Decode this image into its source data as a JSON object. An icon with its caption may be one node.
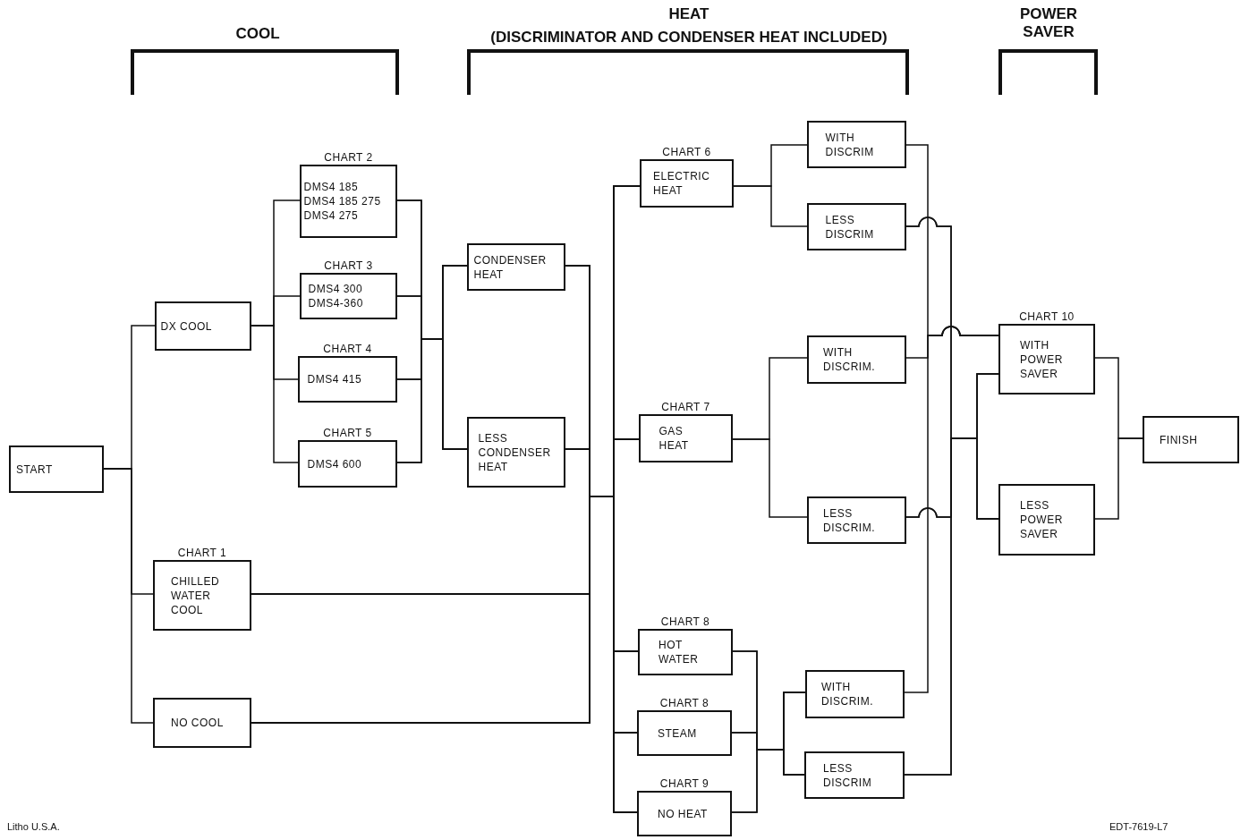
{
  "diagram": {
    "nodes": [
      {
        "text": [
          "START"
        ]
      },
      {
        "text": [
          "DX COOL"
        ]
      },
      {
        "text": [
          "CHILLED WATER COOL"
        ],
        "beside": [
          "CHART 1"
        ]
      },
      {
        "text": [
          "NO COOL"
        ]
      },
      {
        "text": [
          "DMS4 185",
          "DMS4 185 275",
          "DMS4 275"
        ],
        "beside": [
          "CHART 2"
        ]
      },
      {
        "text": [
          "DMS4 300",
          "DMS4-360"
        ],
        "beside": [
          "CHART 3"
        ]
      },
      {
        "text": [
          "DMS4 415"
        ],
        "beside": [
          "CHART 4"
        ]
      },
      {
        "text": [
          "DMS4 600"
        ],
        "beside": [
          "CHART 5"
        ]
      },
      {
        "text": [
          "CONDENSER HEAT"
        ]
      },
      {
        "text": [
          "LESS CONDENSER HEAT"
        ]
      },
      {
        "text": [
          "ELECTRIC HEAT"
        ],
        "beside": [
          "CHART 6"
        ]
      },
      {
        "text": [
          "GAS HEAT"
        ],
        "beside": [
          "CHART 7"
        ]
      },
      {
        "text": [
          "HOT WATER"
        ],
        "beside": [
          "CHART 8"
        ]
      },
      {
        "text": [
          "STEAM"
        ],
        "beside": [
          "CHART 8"
        ]
      },
      {
        "text": [
          "NO HEAT"
        ],
        "beside": [
          "CHART 9"
        ]
      },
      {
        "text": [
          "WITH DISCRIM"
        ]
      },
      {
        "text": [
          "LESS DISCRIM"
        ]
      },
      {
        "text": [
          "WITH DISCRIM."
        ]
      },
      {
        "text": [
          "LESS DISCRIM."
        ]
      },
      {
        "text": [
          "WITH DISCRIM."
        ]
      },
      {
        "text": [
          "LESS DISCRIM"
        ]
      },
      {
        "text": [
          "WITH POWER SAVER"
        ],
        "beside": [
          "CHART 10"
        ]
      },
      {
        "text": [
          "LESS POWER SAVER"
        ]
      },
      {
        "text": [
          "FINISH"
        ]
      }
    ],
    "edges": [
      {
        "from": 0,
        "to": 1,
        "arrow": "none"
      },
      {
        "from": 0,
        "to": 2,
        "arrow": "none"
      },
      {
        "from": 0,
        "to": 3,
        "arrow": "none"
      },
      {
        "from": 1,
        "to": 4,
        "arrow": "none"
      },
      {
        "from": 1,
        "to": 5,
        "arrow": "none"
      },
      {
        "from": 1,
        "to": 6,
        "arrow": "none"
      },
      {
        "from": 1,
        "to": 7,
        "arrow": "none"
      },
      {
        "from": 4,
        "to": 8,
        "arrow": "none"
      },
      {
        "from": 4,
        "to": 9,
        "arrow": "none"
      },
      {
        "from": 5,
        "to": 8,
        "arrow": "none"
      },
      {
        "from": 5,
        "to": 9,
        "arrow": "none"
      },
      {
        "from": 6,
        "to": 8,
        "arrow": "none"
      },
      {
        "from": 6,
        "to": 9,
        "arrow": "none"
      },
      {
        "from": 7,
        "to": 8,
        "arrow": "none"
      },
      {
        "from": 7,
        "to": 9,
        "arrow": "none"
      },
      {
        "from": 8,
        "to": 10,
        "arrow": "none"
      },
      {
        "from": 8,
        "to": 11,
        "arrow": "none"
      },
      {
        "from": 8,
        "to": 12,
        "arrow": "none"
      },
      {
        "from": 8,
        "to": 13,
        "arrow": "none"
      },
      {
        "from": 8,
        "to": 14,
        "arrow": "none"
      },
      {
        "from": 9,
        "to": 10,
        "arrow": "none"
      },
      {
        "from": 9,
        "to": 11,
        "arrow": "none"
      },
      {
        "from": 9,
        "to": 12,
        "arrow": "none"
      },
      {
        "from": 9,
        "to": 13,
        "arrow": "none"
      },
      {
        "from": 9,
        "to": 14,
        "arrow": "none"
      },
      {
        "from": 2,
        "to": 10,
        "arrow": "none"
      },
      {
        "from": 2,
        "to": 11,
        "arrow": "none"
      },
      {
        "from": 2,
        "to": 12,
        "arrow": "none"
      },
      {
        "from": 2,
        "to": 13,
        "arrow": "none"
      },
      {
        "from": 2,
        "to": 14,
        "arrow": "none"
      },
      {
        "from": 3,
        "to": 10,
        "arrow": "none"
      },
      {
        "from": 3,
        "to": 11,
        "arrow": "none"
      },
      {
        "from": 3,
        "to": 12,
        "arrow": "none"
      },
      {
        "from": 3,
        "to": 13,
        "arrow": "none"
      },
      {
        "from": 3,
        "to": 14,
        "arrow": "none"
      },
      {
        "from": 10,
        "to": 15,
        "arrow": "none"
      },
      {
        "from": 10,
        "to": 16,
        "arrow": "none"
      },
      {
        "from": 11,
        "to": 17,
        "arrow": "none"
      },
      {
        "from": 11,
        "to": 18,
        "arrow": "none"
      },
      {
        "from": 12,
        "to": 19,
        "arrow": "none"
      },
      {
        "from": 12,
        "to": 20,
        "arrow": "none"
      },
      {
        "from": 13,
        "to": 19,
        "arrow": "none"
      },
      {
        "from": 13,
        "to": 20,
        "arrow": "none"
      },
      {
        "from": 14,
        "to": 19,
        "arrow": "none"
      },
      {
        "from": 14,
        "to": 20,
        "arrow": "none"
      },
      {
        "from": 15,
        "to": 21,
        "arrow": "none"
      },
      {
        "from": 17,
        "to": 21,
        "arrow": "none"
      },
      {
        "from": 19,
        "to": 21,
        "arrow": "none"
      },
      {
        "from": 16,
        "to": 21,
        "arrow": "none"
      },
      {
        "from": 16,
        "to": 22,
        "arrow": "none"
      },
      {
        "from": 18,
        "to": 21,
        "arrow": "none"
      },
      {
        "from": 18,
        "to": 22,
        "arrow": "none"
      },
      {
        "from": 20,
        "to": 21,
        "arrow": "none"
      },
      {
        "from": 20,
        "to": 22,
        "arrow": "none"
      },
      {
        "from": 21,
        "to": 23,
        "arrow": "none"
      },
      {
        "from": 22,
        "to": 23,
        "arrow": "none"
      }
    ],
    "labels": [
      "COOL",
      "HEAT",
      "(DISCRIMINATOR AND CONDENSER HEAT INCLUDED)",
      "POWER SAVER",
      "Litho U.S.A.",
      "EDT-7619-L7"
    ]
  }
}
